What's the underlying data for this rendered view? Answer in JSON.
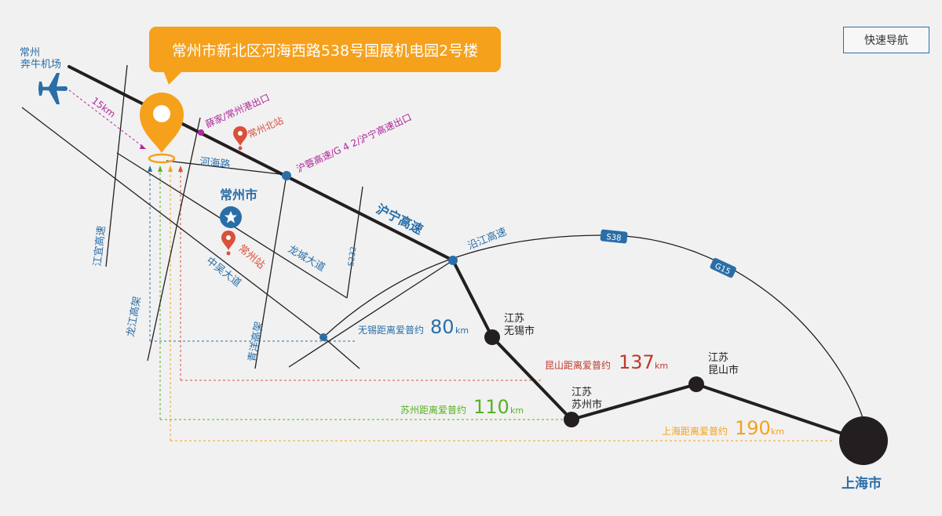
{
  "nav": {
    "quick_nav_label": "快速导航"
  },
  "address": "常州市新北区河海西路538号国展机电园2号楼",
  "airport": {
    "line1": "常州",
    "line2": "奔牛机场",
    "distance": "15km"
  },
  "stations": {
    "north": "常州北站",
    "main": "常州站"
  },
  "exits": {
    "xuejia": "薛家/常州港出口",
    "huhang": "沪蓉高速/G 4 2/沪宁高速出口"
  },
  "roads": {
    "hehai": "河海路",
    "huning": "沪宁高速",
    "yanjiang": "沿江高速",
    "longcheng": "龙城大道",
    "s232": "S232",
    "jiangyi": "江宜高速",
    "longjiang": "龙江高架",
    "zhongwu": "中吴大道",
    "qingyang": "青洋高架",
    "s38": "S38",
    "g15": "G15"
  },
  "city_center": "常州市",
  "cities": {
    "wuxi": {
      "line1": "江苏",
      "line2": "无锡市"
    },
    "suzhou": {
      "line1": "江苏",
      "line2": "苏州市"
    },
    "kunshan": {
      "line1": "江苏",
      "line2": "昆山市"
    },
    "shanghai": "上海市"
  },
  "distances": {
    "wuxi": {
      "prefix": "无锡距离爱普约",
      "value": "80",
      "unit": "km",
      "color": "#2a6ea8"
    },
    "kunshan": {
      "prefix": "昆山距离爱普约",
      "value": "137",
      "unit": "km",
      "color": "#c0392b"
    },
    "suzhou": {
      "prefix": "苏州距离爱普约",
      "value": "110",
      "unit": "km",
      "color": "#58b122"
    },
    "shanghai": {
      "prefix": "上海距离爱普约",
      "value": "190",
      "unit": "km",
      "color": "#f5a11c"
    }
  },
  "colors": {
    "orange": "#f5a11c",
    "blue": "#2a6ea8",
    "magenta": "#b0269c",
    "red": "#d9513a",
    "dark": "#231f20"
  }
}
